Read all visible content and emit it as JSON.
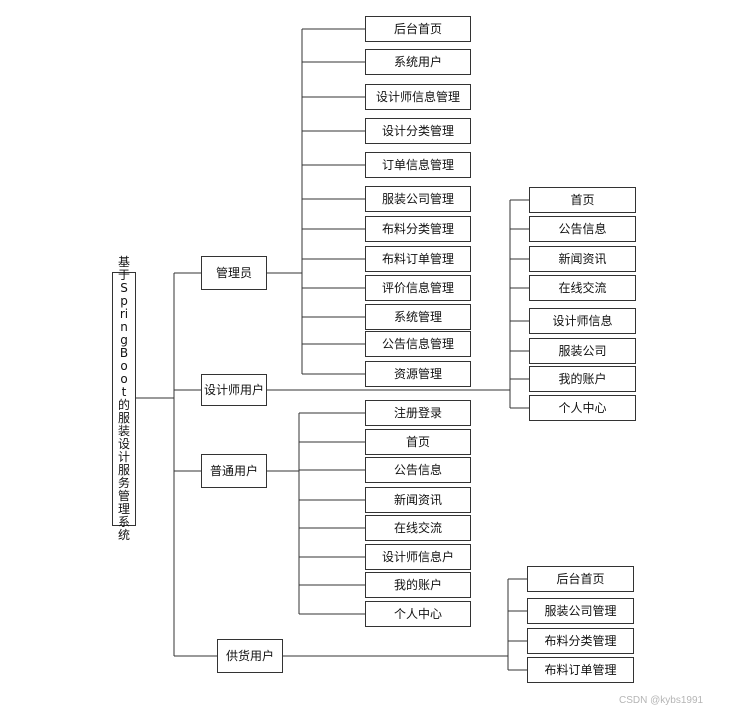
{
  "root": {
    "label": "基于SpringBoot的服装设计服务管理系统"
  },
  "roles": [
    {
      "label": "管理员",
      "modules": [
        "后台首页",
        "系统用户",
        "设计师信息管理",
        "设计分类管理",
        "订单信息管理",
        "服装公司管理",
        "布料分类管理",
        "布料订单管理",
        "评价信息管理",
        "系统管理",
        "公告信息管理",
        "资源管理"
      ]
    },
    {
      "label": "设计师用户",
      "modules": [
        "首页",
        "公告信息",
        "新闻资讯",
        "在线交流",
        "设计师信息",
        "服装公司",
        "我的账户",
        "个人中心"
      ]
    },
    {
      "label": "普通用户",
      "modules": [
        "注册登录",
        "首页",
        "公告信息",
        "新闻资讯",
        "在线交流",
        "设计师信息户",
        "我的账户",
        "个人中心"
      ]
    },
    {
      "label": "供货用户",
      "modules": [
        "后台首页",
        "服装公司管理",
        "布料分类管理",
        "布料订单管理"
      ]
    }
  ],
  "watermark": "CSDN @kybs1991"
}
